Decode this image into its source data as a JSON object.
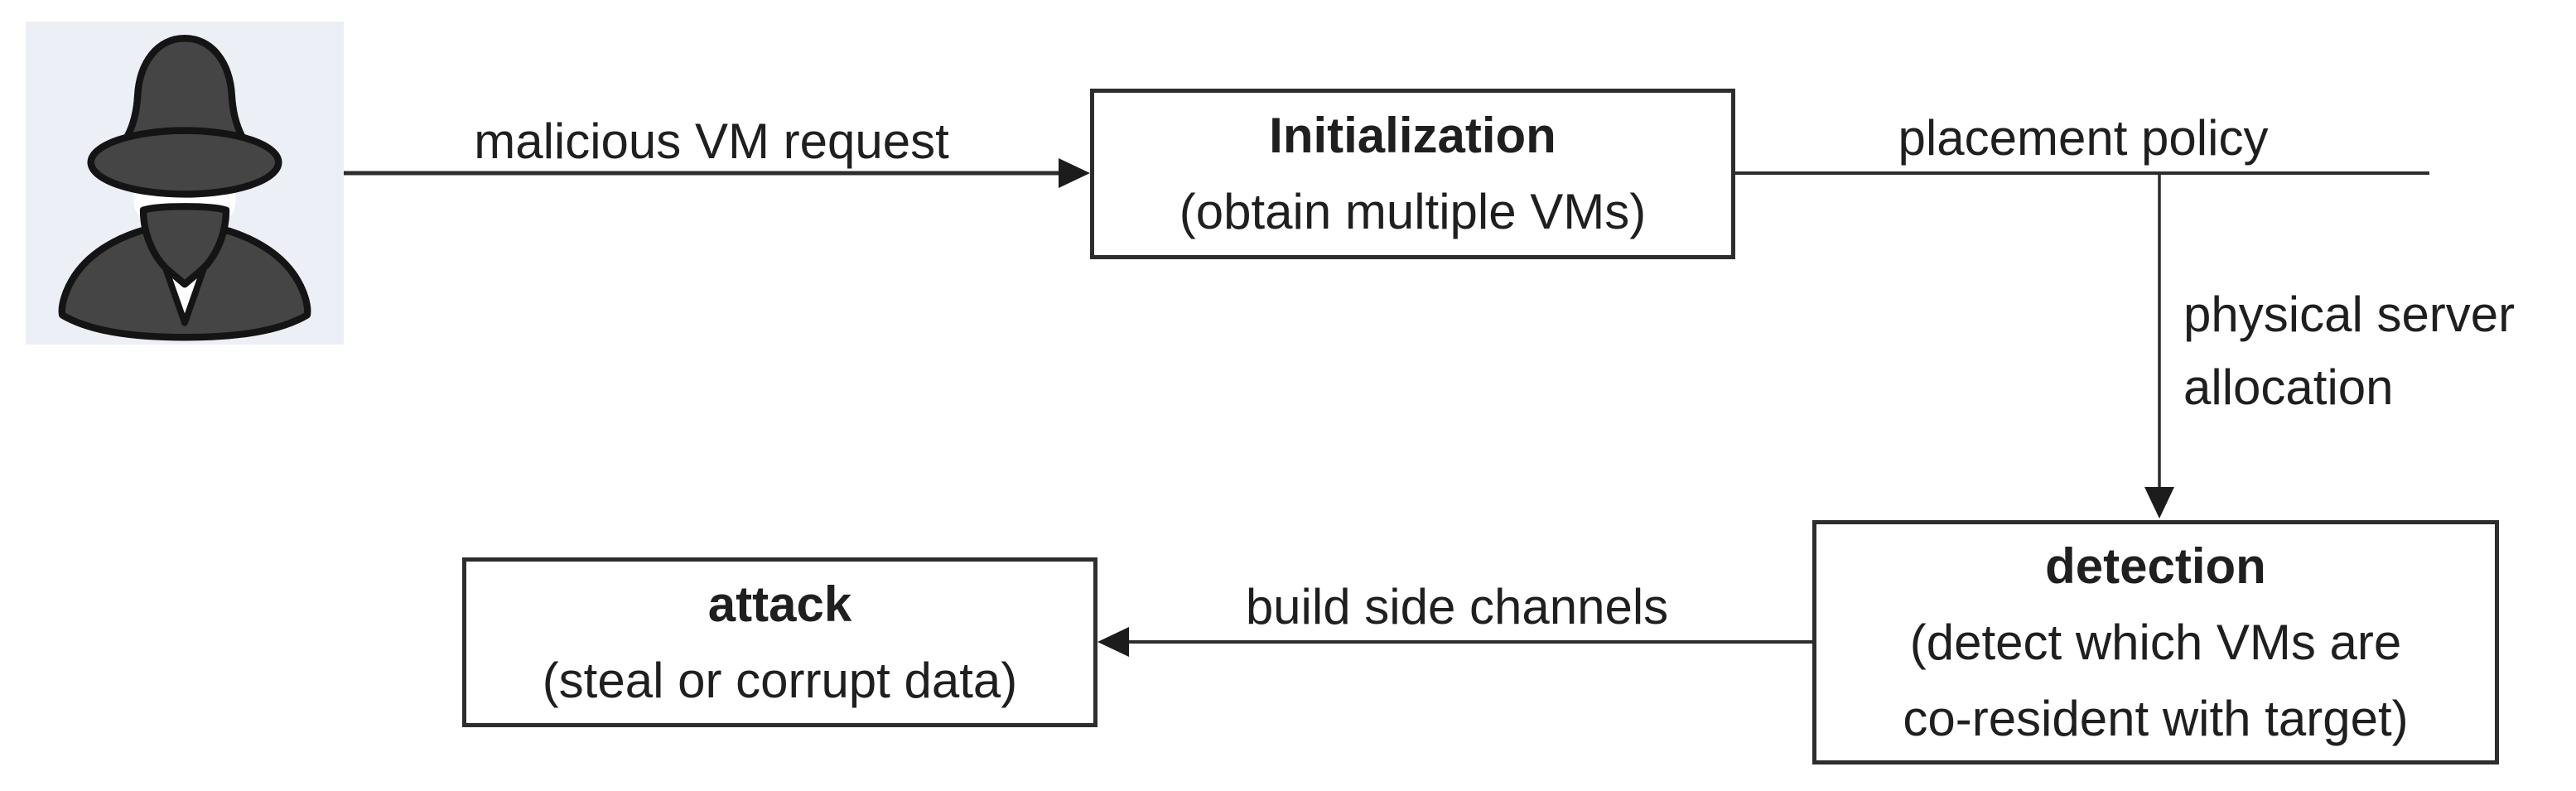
{
  "diagram": {
    "description": "co-resident VM attack flow diagram",
    "colors": {
      "background": "#ffffff",
      "line": "#2d2d2d",
      "text": "#1f1f1f",
      "box_border": "#2d2d2d",
      "box_fill": "#ffffff",
      "icon_background": "#edeff6",
      "icon_figure": "#454545",
      "icon_outline": "#141414"
    },
    "attacker": {
      "icon": "spy-attacker-icon"
    },
    "nodes": {
      "initialization": {
        "title": "Initialization",
        "subtitle": "(obtain multiple VMs)"
      },
      "detection": {
        "title": "detection",
        "subtitle_line1": "(detect which VMs are",
        "subtitle_line2": "co-resident with target)"
      },
      "attack": {
        "title": "attack",
        "subtitle": "(steal or corrupt data)"
      }
    },
    "edge_labels": {
      "malicious_vm_request": "malicious VM request",
      "placement_policy": "placement policy",
      "physical_server_allocation": {
        "line1": "physical server",
        "line2": "allocation"
      },
      "build_side_channels": "build side channels"
    }
  }
}
